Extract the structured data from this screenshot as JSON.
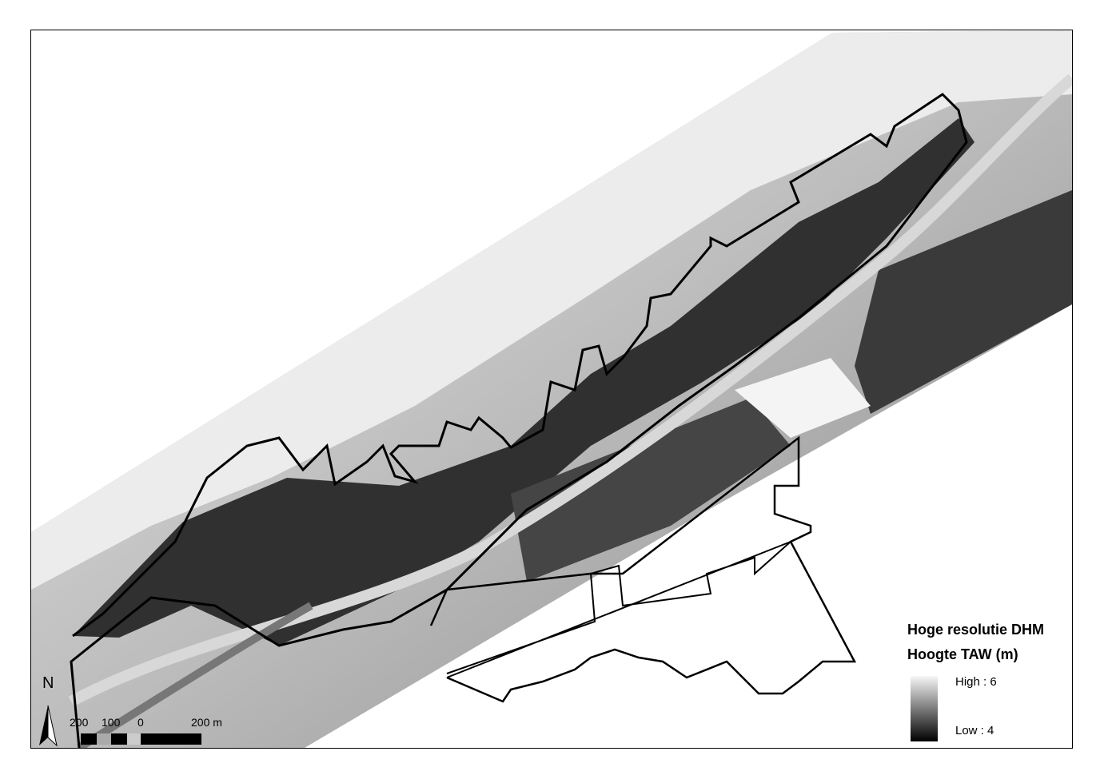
{
  "legend": {
    "title": "Hoge resolutie DHM",
    "subtitle": "Hoogte TAW (m)",
    "high_label": "High : 6",
    "low_label": "Low : 4",
    "ramp_colors": [
      "#f6f6f6",
      "#000000"
    ]
  },
  "scale_bar": {
    "labels": [
      "200",
      "100",
      "0",
      "200 m"
    ]
  },
  "north_arrow": {
    "label": "N"
  }
}
